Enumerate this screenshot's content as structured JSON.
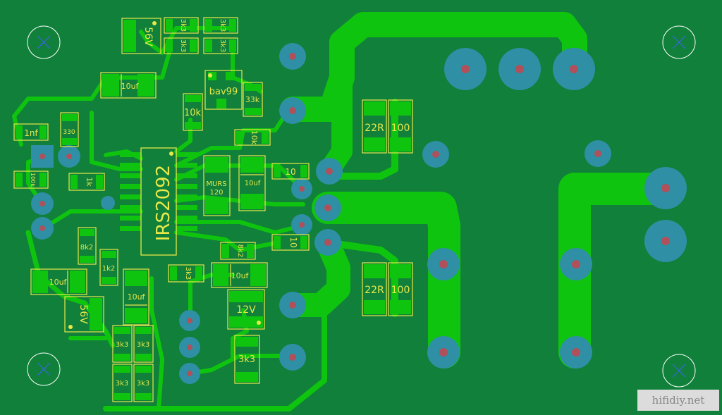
{
  "board": {
    "background_color": "#10803a",
    "copper_color": "#0fc40f",
    "pad_color": "#2f8fa5",
    "silk_color": "#e8e84a"
  },
  "ic": {
    "label": "IRS2092"
  },
  "labels": {
    "zener_top": "56V",
    "r_3k3_a": "3k3",
    "r_3k3_b": "3k3",
    "r_3k3_c": "3k3",
    "r_3k3_d": "3k3",
    "cap_10uf_top": "10uf",
    "bav99": "bav99",
    "r_33k": "33k",
    "r_10k_v": "10k",
    "r_10k_h": "10k",
    "cap_1nf": "1nf",
    "r_330": "330",
    "r_100k": "100k",
    "r_1k": "1k",
    "murs": "MURS",
    "murs_val": "120",
    "cap_10uf_mid": "10uf",
    "r_10_top": "10",
    "r_10_bottom": "10",
    "r_8k2_left": "8k2",
    "r_1k2": "1k2",
    "r_8k2_right": "8k2",
    "r_3k3_center": "3k3",
    "cap_10uf_right": "10uf",
    "zener_12v": "12V",
    "r_3k3_bottom": "3k3",
    "cap_10uf_left": "10uf",
    "zener_bottom": "56V",
    "cap_10uf_bottom": "10uf",
    "r_3k3_e": "3k3",
    "r_3k3_f": "3k3",
    "r_3k3_g": "3k3",
    "r_3k3_h": "3k3",
    "r_22r_top": "22R",
    "r_100_top": "100",
    "r_22r_bottom": "22R",
    "r_100_bottom": "100"
  },
  "watermark": "hifidiy.net"
}
